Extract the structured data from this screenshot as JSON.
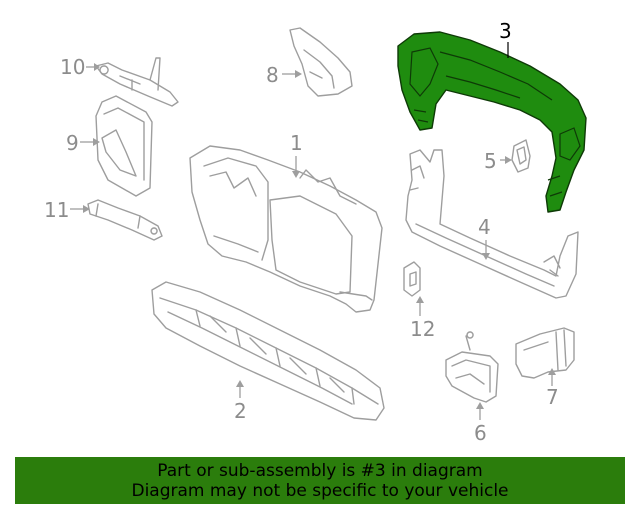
{
  "diagram": {
    "callouts": [
      "1",
      "2",
      "3",
      "4",
      "5",
      "6",
      "7",
      "8",
      "9",
      "10",
      "11",
      "12"
    ],
    "highlighted_part": "3"
  },
  "banner": {
    "line1": "Part or sub-assembly is #3 in diagram",
    "line2": "Diagram may not be specific to your vehicle",
    "background": "#2b7d0c"
  },
  "colors": {
    "highlight": "#1f8c0f",
    "linework": "#9e9e9e"
  }
}
